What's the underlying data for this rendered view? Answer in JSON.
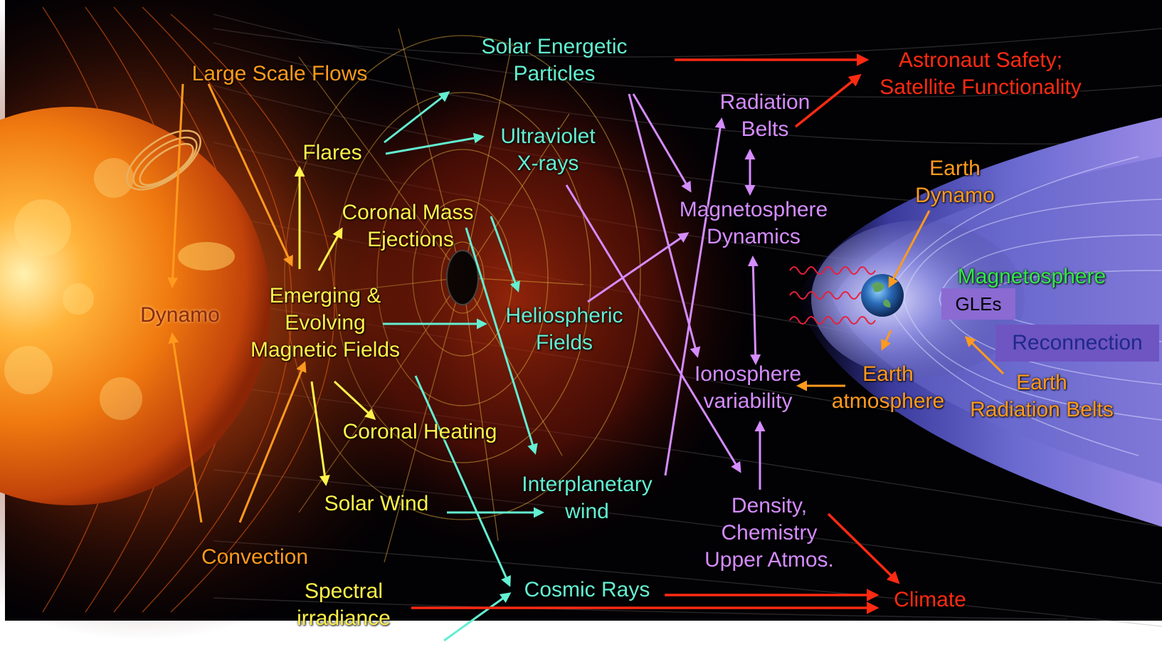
{
  "colors": {
    "orange": "#ff9a1e",
    "yellow": "#fff24a",
    "teal": "#63efd2",
    "violet": "#d58cff",
    "red": "#ff2a12",
    "green": "#33e84a",
    "gles_box": "#8b6ad2",
    "reconnection_box": "#6e55c2",
    "reconnection_text": "#1f2a86"
  },
  "labels": {
    "large_scale_flows": "Large Scale  Flows",
    "dynamo": "Dynamo",
    "convection": "Convection",
    "flares": "Flares",
    "cme_1": "Coronal Mass",
    "cme_2": "Ejections",
    "emerging_1": "Emerging  &",
    "emerging_2": "Evolving",
    "emerging_3": "Magnetic Fields",
    "coronal_heating": "Coronal Heating",
    "solar_wind": "Solar Wind",
    "spectral_1": "Spectral",
    "spectral_2": "irradiance",
    "sep_1": "Solar Energetic",
    "sep_2": "Particles",
    "uv_1": "Ultraviolet",
    "uv_2": "X-rays",
    "helio_1": "Heliospheric",
    "helio_2": "Fields",
    "ipw_1": "Interplanetary",
    "ipw_2": "wind",
    "cosmic_rays": "Cosmic Rays",
    "rad_belts_1": "Radiation",
    "rad_belts_2": "Belts",
    "magneto_dyn_1": "Magnetosphere",
    "magneto_dyn_2": "Dynamics",
    "iono_1": "Ionosphere",
    "iono_2": "variability",
    "density_1": "Density,",
    "density_2": "Chemistry",
    "density_3": "Upper Atmos.",
    "astro_1": "Astronaut Safety;",
    "astro_2": "Satellite Functionality",
    "climate": "Climate",
    "earth_dynamo_1": "Earth",
    "earth_dynamo_2": "Dynamo",
    "magnetosphere": "Magnetosphere",
    "gles": "GLEs",
    "reconnection": "Reconnection",
    "earth_atmo_1": "Earth",
    "earth_atmo_2": "atmosphere",
    "earth_rb_1": "Earth",
    "earth_rb_2": "Radiation Belts"
  }
}
